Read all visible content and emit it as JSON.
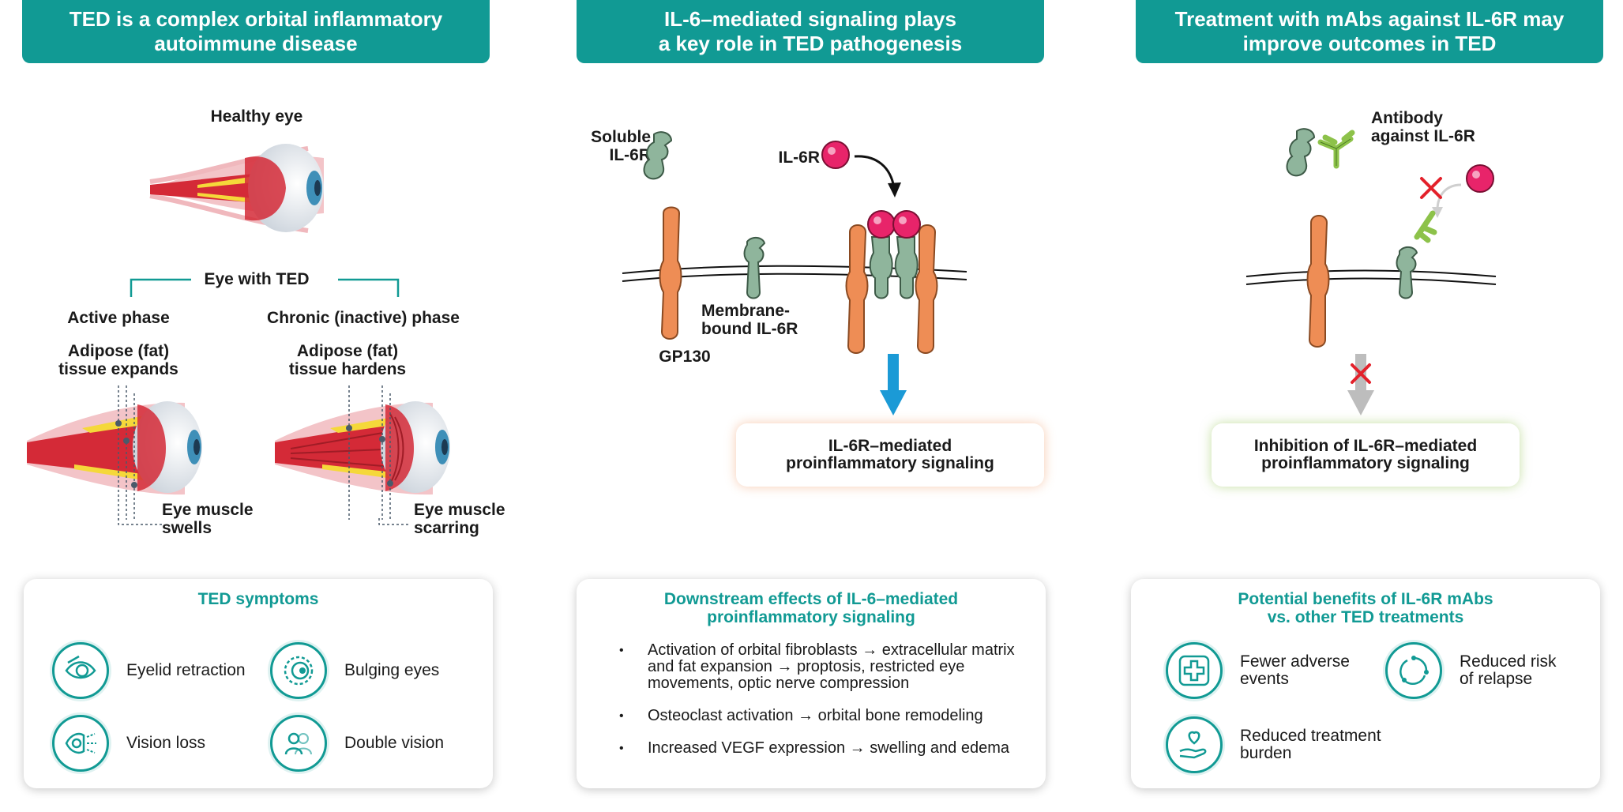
{
  "panels": {
    "left": {
      "header": [
        "TED is a complex orbital inflammatory",
        "autoimmune disease"
      ],
      "healthy_eye": "Healthy eye",
      "eye_with_ted": "Eye with TED",
      "active_phase": "Active phase",
      "chronic_phase": "Chronic (inactive) phase",
      "adipose_expands": [
        "Adipose (fat)",
        "tissue expands"
      ],
      "adipose_hardens": [
        "Adipose (fat)",
        "tissue hardens"
      ],
      "muscle_swells": [
        "Eye muscle",
        "swells"
      ],
      "muscle_scarring": [
        "Eye muscle",
        "scarring"
      ]
    },
    "middle": {
      "header": [
        "IL-6–mediated signaling plays",
        "a key role in TED pathogenesis"
      ],
      "soluble": [
        "Soluble",
        "IL-6R"
      ],
      "il6r": "IL-6R",
      "membrane": [
        "Membrane-",
        "bound IL-6R"
      ],
      "gp130": "GP130",
      "signal_box": [
        "IL-6R–mediated",
        "proinflammatory signaling"
      ]
    },
    "right": {
      "header": [
        "Treatment with mAbs against IL-6R may",
        "improve outcomes in TED"
      ],
      "antibody": [
        "Antibody",
        "against IL-6R"
      ],
      "signal_box": [
        "Inhibition of IL-6R–mediated",
        "proinflammatory signaling"
      ]
    }
  },
  "cards": {
    "symptoms": {
      "title": "TED symptoms",
      "items": [
        {
          "icon": "eyelid-retraction-icon",
          "label": "Eyelid retraction"
        },
        {
          "icon": "bulging-eyes-icon",
          "label": "Bulging eyes"
        },
        {
          "icon": "vision-loss-icon",
          "label": "Vision loss"
        },
        {
          "icon": "double-vision-icon",
          "label": "Double vision"
        }
      ]
    },
    "downstream": {
      "title": [
        "Downstream effects of IL-6–mediated",
        "proinflammatory signaling"
      ],
      "bullets": [
        "Activation of orbital fibroblasts → extracellular matrix and fat expansion → proptosis, restricted eye movements, optic nerve compression",
        "Osteoclast activation → orbital bone remodeling",
        "Increased VEGF expression → swelling and edema"
      ]
    },
    "benefits": {
      "title": [
        "Potential benefits of IL-6R mAbs",
        "vs. other TED treatments"
      ],
      "items": [
        {
          "icon": "medical-cross-icon",
          "label": [
            "Fewer adverse",
            "events"
          ]
        },
        {
          "icon": "relapse-cycle-icon",
          "label": [
            "Reduced risk",
            "of relapse"
          ]
        },
        {
          "icon": "heart-hand-icon",
          "label": [
            "Reduced treatment",
            "burden"
          ]
        }
      ]
    }
  },
  "colors": {
    "teal": "#119a94",
    "muscle_red": "#d42a37",
    "receptor_orange": "#ee8d55",
    "receptor_green": "#8fb59c",
    "ligand_pink": "#e8246a",
    "antibody_green": "#8dc24a",
    "arrow_blue": "#1b9ad6",
    "block_red": "#e3212b"
  }
}
